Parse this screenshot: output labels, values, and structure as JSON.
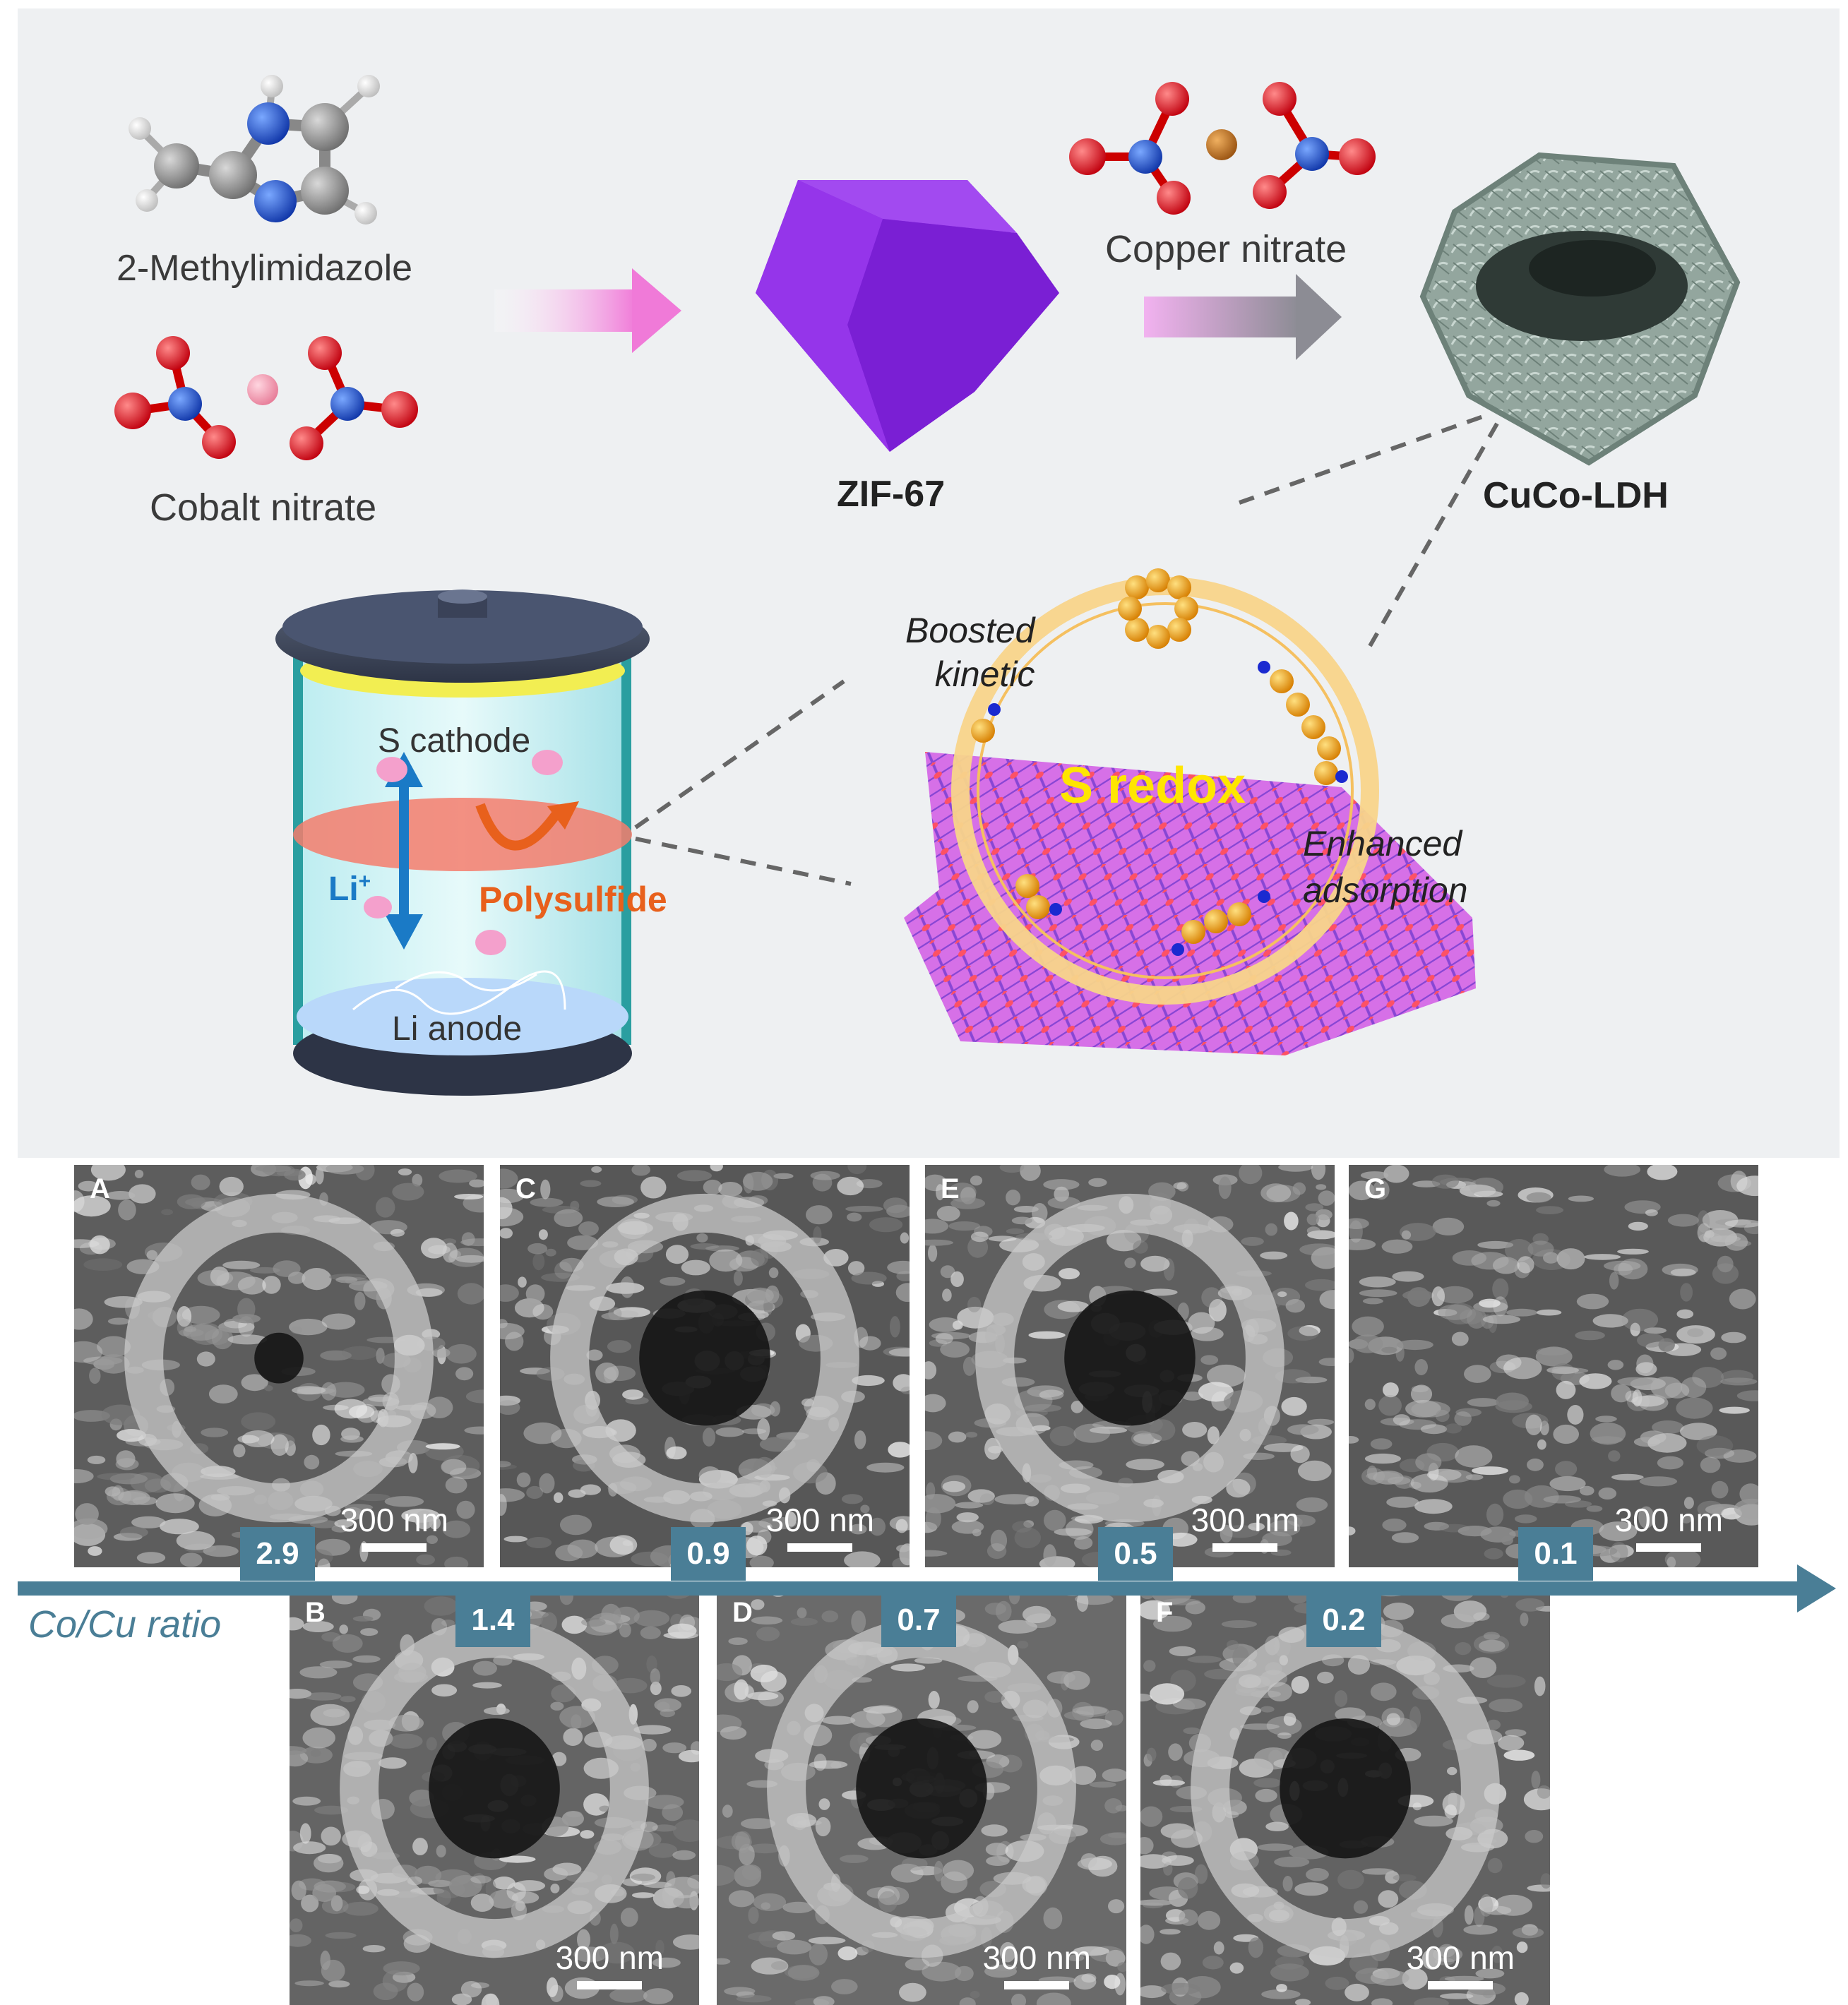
{
  "scheme": {
    "molecules": {
      "methylimidazole": "2-Methylimidazole",
      "cobalt_nitrate": "Cobalt nitrate",
      "copper_nitrate": "Copper nitrate"
    },
    "products": {
      "zif67": "ZIF-67",
      "cuco_ldh": "CuCo-LDH"
    },
    "battery": {
      "cathode": "S cathode",
      "anode": "Li anode",
      "li_ion": "Li",
      "li_charge": "+",
      "polysulfide": "Polysulfide"
    },
    "mechanism": {
      "boosted_line1": "Boosted",
      "boosted_line2": "kinetic",
      "s_redox": "S redox",
      "enhanced_line1": "Enhanced",
      "enhanced_line2": "adsorption"
    }
  },
  "sem": {
    "axis_label": "Co/Cu ratio",
    "scale_bar": "300 nm",
    "panels": [
      {
        "label": "A",
        "ratio": "2.9"
      },
      {
        "label": "B",
        "ratio": "1.4"
      },
      {
        "label": "C",
        "ratio": "0.9"
      },
      {
        "label": "D",
        "ratio": "0.7"
      },
      {
        "label": "E",
        "ratio": "0.5"
      },
      {
        "label": "F",
        "ratio": "0.2"
      },
      {
        "label": "G",
        "ratio": "0.1"
      }
    ]
  },
  "colors": {
    "scheme_background": "#eef0f2",
    "zif67_purple": "#8a2be2",
    "ldh_gray_green": "#8fa39b",
    "arrow_pink": "#f07ad8",
    "arrow_gray": "#8c8c94",
    "axis_blue": "#4a7e96",
    "polysulfide_orange": "#e8601c",
    "s_redox_yellow": "#ffe600",
    "oxygen_red": "#e0141e",
    "nitrogen_blue": "#1a56c8",
    "cobalt_pink": "#f4a0b4",
    "copper_brown": "#c27a2a",
    "sulfur_orange": "#f0a214"
  }
}
